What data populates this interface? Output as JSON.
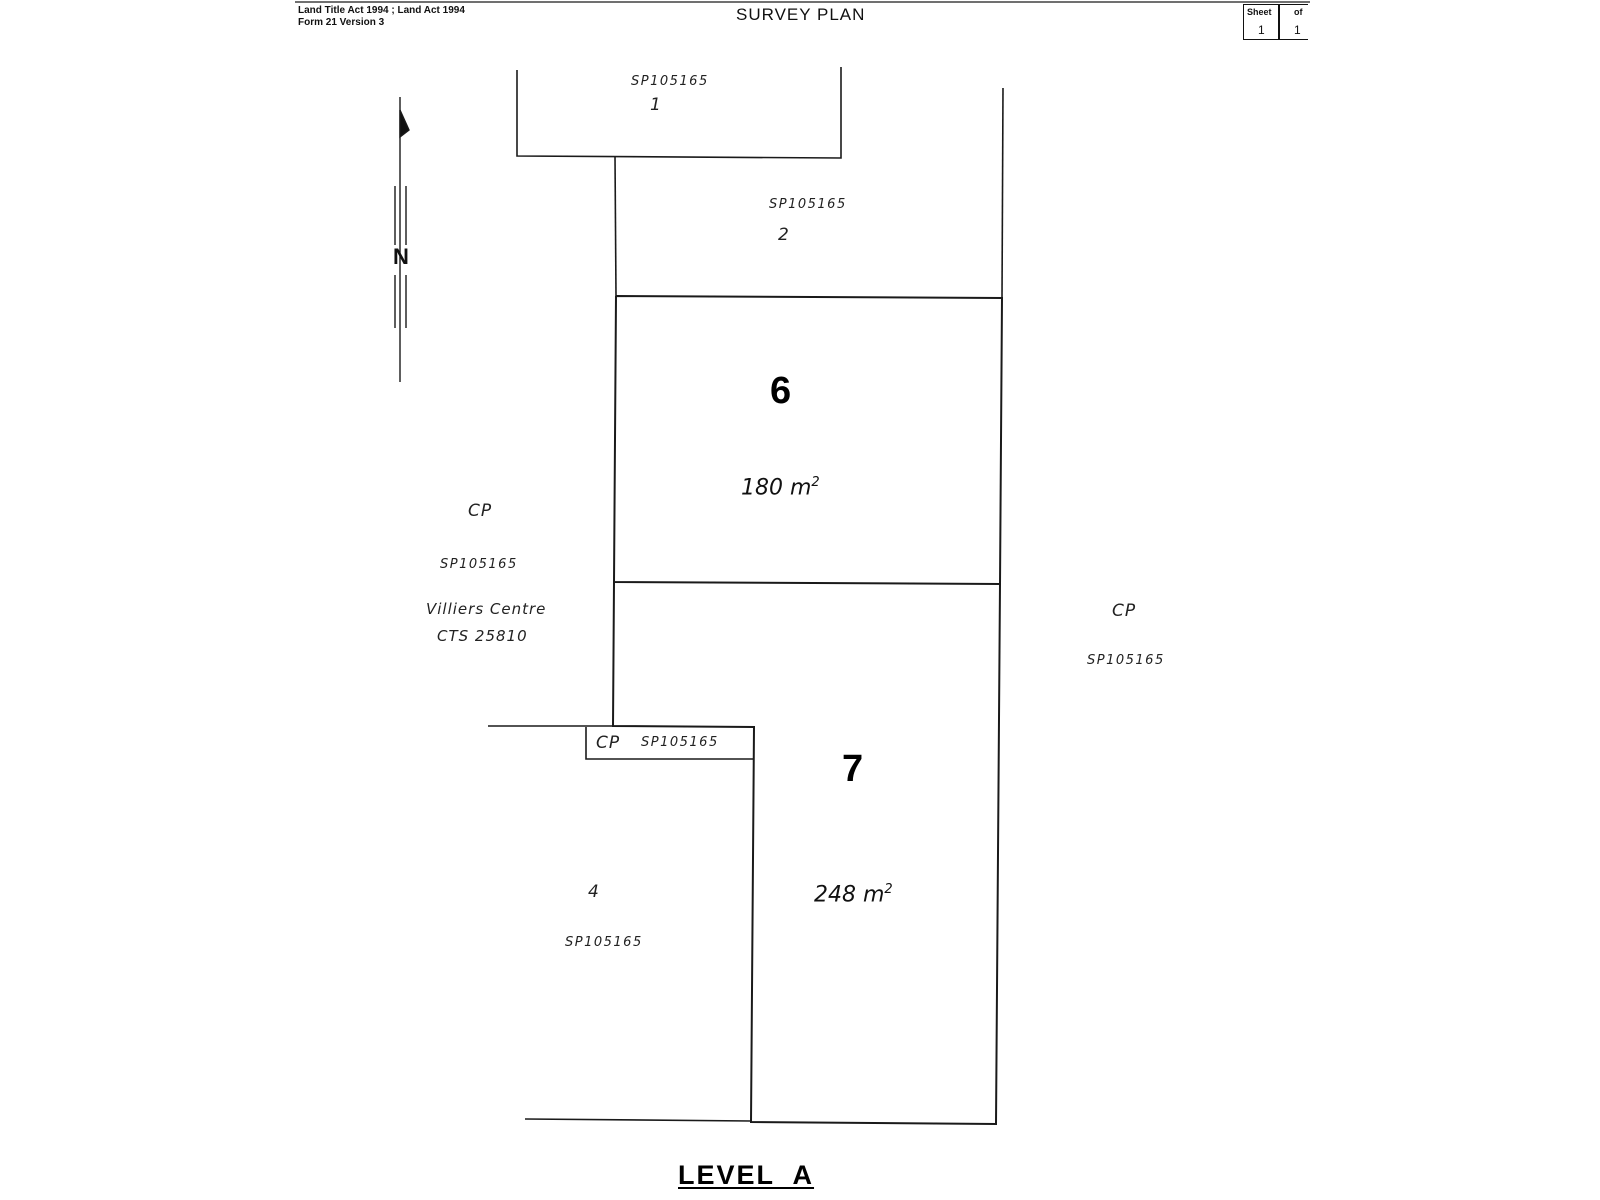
{
  "header": {
    "act_line": "Land Title Act 1994 ;   Land Act 1994",
    "form_line": "Form 21 Version 3",
    "title": "SURVEY PLAN",
    "sheet_label": "Sheet",
    "sheet_value": "1",
    "of_label": "of",
    "of_value": "1"
  },
  "north_arrow": {
    "letter": "N"
  },
  "lots": {
    "lot1": {
      "plan": "SP105165",
      "number": "1"
    },
    "lot2": {
      "plan": "SP105165",
      "number": "2"
    },
    "lot6": {
      "number": "6",
      "area": "180 m",
      "area_sup": "2"
    },
    "lot7": {
      "number": "7",
      "area": "248 m",
      "area_sup": "2"
    },
    "lot4": {
      "number": "4",
      "plan": "SP105165"
    },
    "cp_west": {
      "code": "CP",
      "plan": "SP105165",
      "name": "Villiers Centre",
      "cts": "CTS 25810"
    },
    "cp_east": {
      "code": "CP",
      "plan": "SP105165"
    },
    "cp_small": {
      "code": "CP",
      "plan": "SP105165"
    }
  },
  "footer": {
    "level": "LEVEL  A"
  }
}
